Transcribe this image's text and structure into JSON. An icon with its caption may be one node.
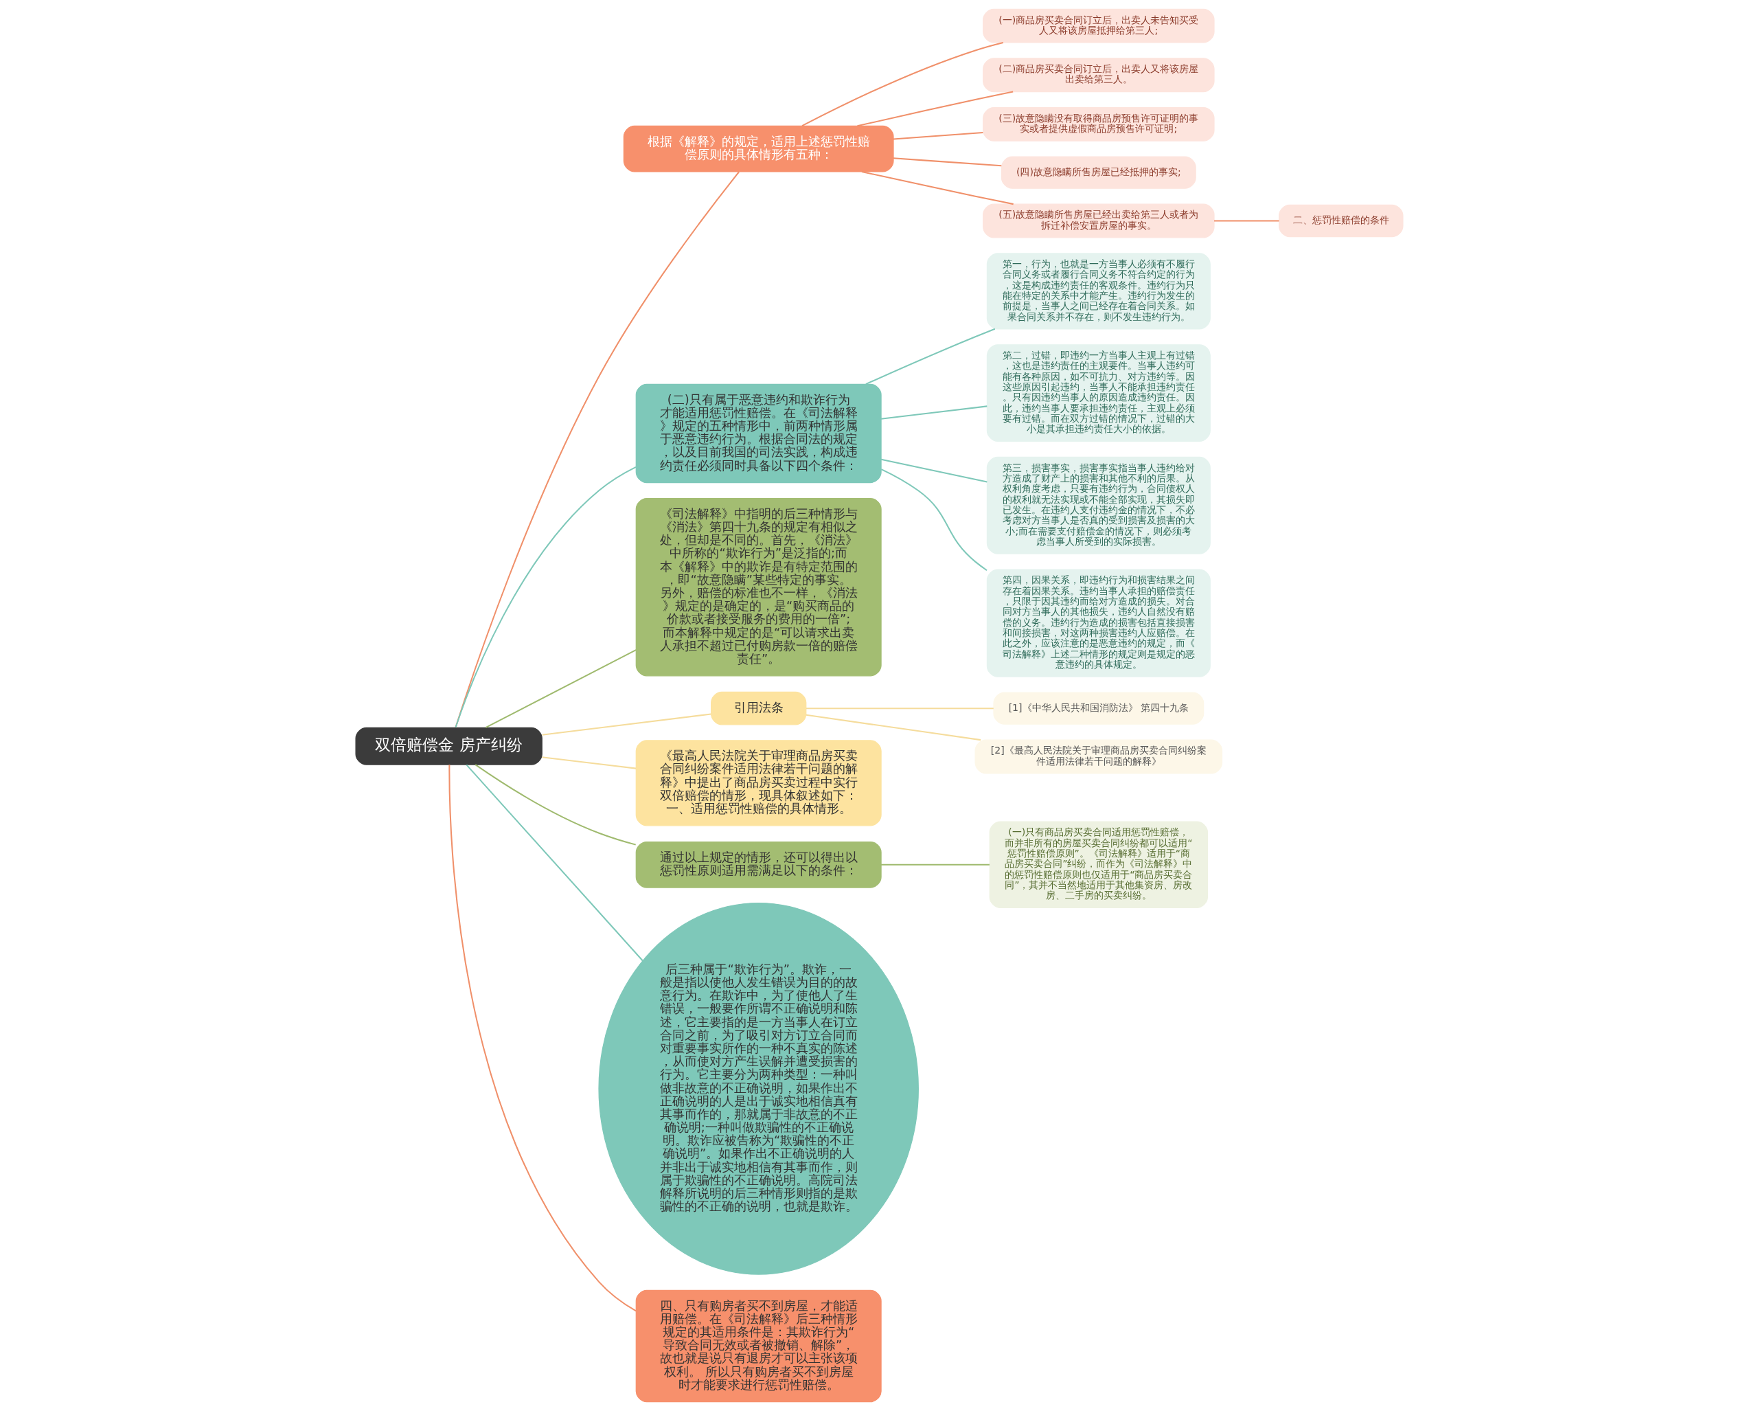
{
  "diagram": {
    "nodes": [
      {
        "text": [
          "双倍赔偿金 房产纠纷"
        ]
      },
      {
        "text": [
          "根据《解释》的规定，适用上述惩罚性赔偿原则的具体情形有五种："
        ]
      },
      {
        "text": [
          "(一)商品房买卖合同订立后，出卖人未告知买受人又将该房屋抵押给第三人;"
        ]
      },
      {
        "text": [
          "(二)商品房买卖合同订立后，出卖人又将该房屋出卖给第三人。"
        ]
      },
      {
        "text": [
          "(三)故意隐瞒没有取得商品房预售许可证明的事实或者提供虚假商品房预售许可证明;"
        ]
      },
      {
        "text": [
          "(四)故意隐瞒所售房屋已经抵押的事实;"
        ]
      },
      {
        "text": [
          "(五)故意隐瞒所售房屋已经出卖给第三人或者为拆迁补偿安置房屋的事实。"
        ]
      },
      {
        "text": [
          "二、惩罚性赔偿的条件"
        ]
      },
      {
        "text": [
          "(二)只有属于恶意违约和欺诈行为才能适用惩罚性赔偿。在《司法解释》规定的五种情形中，前两种情形属于恶意违约行为。根据合同法的规定，以及目前我国的司法实践，构成违约责任必须同时具备以下四个条件："
        ]
      },
      {
        "text": [
          "第一，行为，也就是一方当事人必须有不履行合同义务或者履行合同义务不符合约定的行为，这是构成违约责任的客观条件。违约行为只能在特定的关系中才能产生。违约行为发生的前提是，当事人之间已经存在着合同关系。如果合同关系并不存在，则不发生违约行为。"
        ]
      },
      {
        "text": [
          "第二，过错，即违约一方当事人主观上有过错，这也是违约责任的主观要件。当事人违约可能有各种原因，如不可抗力、对方违约等。因这些原因引起违约，当事人不能承担违约责任。只有因违约当事人的原因造成违约责任。因此，违约当事人要承担违约责任，主观上必须要有过错。而在双方过错的情况下，过错的大小是其承担违约责任大小的依据。"
        ]
      },
      {
        "text": [
          "第三，损害事实，损害事实指当事人违约给对方造成了财产上的损害和其他不利的后果。从权利角度考虑，只要有违约行为，合同债权人的权利就无法实现或不能全部实现，其损失即已发生。在违约人支付违约金的情况下，不必考虑对方当事人是否真的受到损害及损害的大小;而在需要支付赔偿金的情况下，则必须考虑当事人所受到的实际损害。"
        ]
      },
      {
        "text": [
          "第四，因果关系，即违约行为和损害结果之间存在着因果关系。违约当事人承担的赔偿责任，只限于因其违约而给对方造成的损失。对合同对方当事人的其他损失，违约人自然没有赔偿的义务。违约行为造成的损害包括直接损害和间接损害，对这两种损害违约人应赔偿。在此之外，应该注意的是恶意违约的规定，而《司法解释》上述二种情形的规定则是规定的恶意违约的具体规定。"
        ]
      },
      {
        "text": [
          "《司法解释》中指明的后三种情形与《消法》第四十九条的规定有相似之处，但却是不同的。首先，《消法》中所称的“欺诈行为”是泛指的;而本《解释》中的欺诈是有特定范围的，即“故意隐瞒”某些特定的事实。另外，赔偿的标准也不一样，《消法》规定的是确定的，是“购买商品的价款或者接受服务的费用的一倍”;而本解释中规定的是“可以请求出卖人承担不超过已付购房款一倍的赔偿责任”。"
        ]
      },
      {
        "text": [
          "引用法条"
        ]
      },
      {
        "text": [
          "[1]《中华人民共和国消防法》 第四十九条"
        ]
      },
      {
        "text": [
          "[2]《最高人民法院关于审理商品房买卖合同纠纷案件适用法律若干问题的解释》"
        ]
      },
      {
        "text": [
          "《最高人民法院关于审理商品房买卖合同纠纷案件适用法律若干问题的解释》中提出了商品房买卖过程中实行双倍赔偿的情形，现具体叙述如下：一、适用惩罚性赔偿的具体情形。"
        ]
      },
      {
        "text": [
          "通过以上规定的情形，还可以得出以惩罚性原则适用需满足以下的条件："
        ]
      },
      {
        "text": [
          "(一)只有商品房买卖合同适用惩罚性赔偿，而并非所有的房屋买卖合同纠纷都可以适用“惩罚性赔偿原则”。《司法解释》适用于“商品房买卖合同”纠纷，而作为《司法解释》中的惩罚性赔偿原则也仅适用于“商品房买卖合同”，其并不当然地适用于其他集资房、房改房、二手房的买卖纠纷。"
        ]
      },
      {
        "text": [
          "后三种属于“欺诈行为”。欺诈，一般是指以使他人发生错误为目的的故意行为。在欺诈中，为了使他人了生错误，一般要作所谓不正确说明和陈述，它主要指的是一方当事人在订立合同之前，为了吸引对方订立合同而对重要事实所作的一种不真实的陈述，从而使对方产生误解并遭受损害的行为。它主要分为两种类型：一种叫做非故意的不正确说明，如果作出不正确说明的人是出于诚实地相信真有其事而作的，那就属于非故意的不正确说明;一种叫做欺骗性的不正确说明。欺诈应被告称为“欺骗性的不正确说明”。如果作出不正确说明的人并非出于诚实地相信有其事而作，则属于欺骗性的不正确说明。高院司法解释所说明的后三种情形则指的是欺骗性的不正确的说明，也就是欺诈。"
        ]
      },
      {
        "text": [
          "四、只有购房者买不到房屋，才能适用赔偿。在《司法解释》后三种情形规定的其适用条件是：其欺诈行为“导致合同无效或者被撤销、解除”，故也就是说只有退房才可以主张该项权利。 所以只有购房者买不到房屋时才能要求进行惩罚性赔偿。"
        ]
      }
    ],
    "edges": [
      {
        "from": 0,
        "to": 1,
        "arrow": "none"
      },
      {
        "from": 1,
        "to": 2,
        "arrow": "none"
      },
      {
        "from": 1,
        "to": 3,
        "arrow": "none"
      },
      {
        "from": 1,
        "to": 4,
        "arrow": "none"
      },
      {
        "from": 1,
        "to": 5,
        "arrow": "none"
      },
      {
        "from": 1,
        "to": 6,
        "arrow": "none"
      },
      {
        "from": 6,
        "to": 7,
        "arrow": "none"
      },
      {
        "from": 0,
        "to": 8,
        "arrow": "none",
        "color": "#7ec8b9"
      },
      {
        "from": 8,
        "to": 9,
        "arrow": "none",
        "color": "#7ec8b9"
      },
      {
        "from": 8,
        "to": 10,
        "arrow": "none",
        "color": "#7ec8b9"
      },
      {
        "from": 8,
        "to": 11,
        "arrow": "none",
        "color": "#7ec8b9"
      },
      {
        "from": 8,
        "to": 12,
        "arrow": "none",
        "color": "#7ec8b9"
      },
      {
        "from": 0,
        "to": 13,
        "arrow": "none",
        "color": "#9fba6e"
      },
      {
        "from": 0,
        "to": 14,
        "arrow": "none",
        "color": "#f5dc9c"
      },
      {
        "from": 14,
        "to": 15,
        "arrow": "none",
        "color": "#f5dc9c"
      },
      {
        "from": 14,
        "to": 16,
        "arrow": "none",
        "color": "#f5dc9c"
      },
      {
        "from": 0,
        "to": 17,
        "arrow": "none",
        "color": "#f5dc9c"
      },
      {
        "from": 0,
        "to": 18,
        "arrow": "none",
        "color": "#9fba6e"
      },
      {
        "from": 18,
        "to": 19,
        "arrow": "none",
        "color": "#9fba6e"
      },
      {
        "from": 0,
        "to": 20,
        "arrow": "none",
        "color": "#7ec8b9"
      },
      {
        "from": 0,
        "to": 21,
        "arrow": "none"
      }
    ]
  }
}
